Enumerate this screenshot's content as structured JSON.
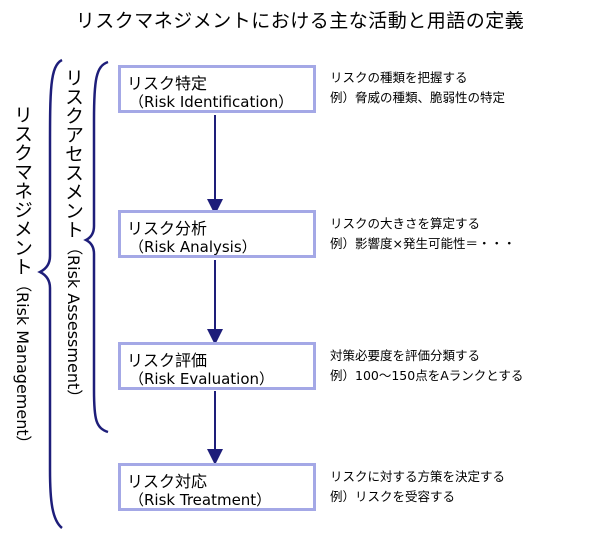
{
  "title": "リスクマネジメントにおける主な活動と用語の定義",
  "management": {
    "jp": "リスクマネジメント",
    "en": "（Risk Management）"
  },
  "assessment": {
    "jp": "リスクアセスメント",
    "en": "（Risk Assessment）"
  },
  "steps": [
    {
      "jp": "リスク特定",
      "en": "（Risk Identification）",
      "desc1": "リスクの種類を把握する",
      "desc2": "例）脅威の種類、脆弱性の特定"
    },
    {
      "jp": "リスク分析",
      "en": "（Risk Analysis）",
      "desc1": "リスクの大きさを算定する",
      "desc2": "例）影響度×発生可能性＝・・・"
    },
    {
      "jp": "リスク評価",
      "en": "（Risk Evaluation）",
      "desc1": "対策必要度を評価分類する",
      "desc2": "例）100～150点をAランクとする"
    },
    {
      "jp": "リスク対応",
      "en": "（Risk Treatment）",
      "desc1": "リスクに対する方策を決定する",
      "desc2": "例）リスクを受容する"
    }
  ],
  "colors": {
    "box_border": "#a4a8e6",
    "bracket": "#1e1e7a",
    "arrow": "#1e1e7a"
  }
}
